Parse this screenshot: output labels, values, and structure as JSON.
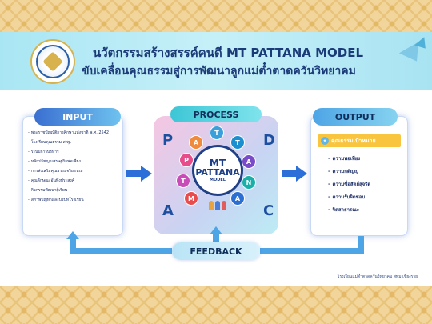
{
  "header": {
    "title_line1": "นวัตกรรมสร้างสรรค์คนดี MT PATTANA MODEL",
    "title_line2": "ขับเคลื่อนคุณธรรมสู่การพัฒนาลูกแม่ต๋ำตาดควันวิทยาคม"
  },
  "input": {
    "label": "INPUT",
    "items": [
      "พระราชบัญญัติการศึกษาแห่งชาติ พ.ศ. 2542",
      "โรงเรียนคุณธรรม สพฐ.",
      "ระบบการบริหาร",
      "หลักปรัชญาเศรษฐกิจพอเพียง",
      "การส่งเสริมคุณธรรมจริยธรรม",
      "คุณลักษณะอันพึงประสงค์",
      "กิจกรรมพัฒนาผู้เรียน",
      "สภาพปัญหาและบริบทโรงเรียน"
    ]
  },
  "process": {
    "label": "PROCESS",
    "pdca": [
      "P",
      "D",
      "A",
      "C"
    ],
    "model_line1": "MT",
    "model_line2": "PATTANA",
    "model_line3": "MODEL",
    "letters": [
      "P",
      "A",
      "T",
      "T",
      "A",
      "N",
      "A",
      "M",
      "T"
    ]
  },
  "output": {
    "label": "OUTPUT",
    "virtue_title": "คุณธรรมเป้าหมาย",
    "items": [
      "ความพอเพียง",
      "ความกตัญญู",
      "ความซื่อสัตย์สุจริต",
      "ความรับผิดชอบ",
      "จิตสาธารณะ"
    ]
  },
  "feedback": {
    "label": "FEEDBACK"
  },
  "footer": {
    "school": "โรงเรียนแม่ต๋ำตาดควันวิทยาคม สพม.เชียงราย"
  },
  "colors": {
    "title": "#1b3a78",
    "arrow": "#2d6fd8",
    "node_colors": [
      "#e84c8b",
      "#f08a3c",
      "#3aa0dc",
      "#1c8fd1",
      "#7a4bc9",
      "#18b0a8",
      "#2a6fd1",
      "#e84c4c",
      "#c94bb8"
    ]
  }
}
